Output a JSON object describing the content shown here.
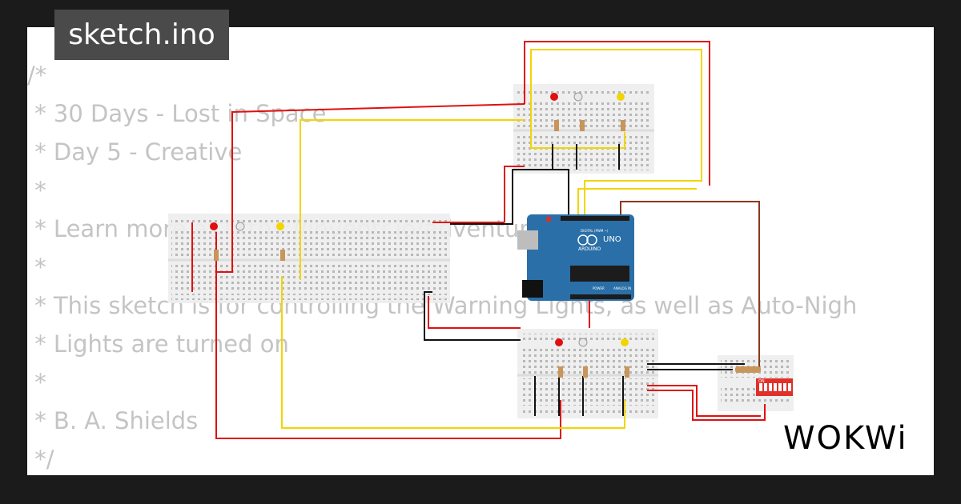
{
  "tab": {
    "title": "sketch.ino"
  },
  "code": {
    "lines": [
      "/*",
      " * 30 Days - Lost in Space",
      " * Day 5 - Creative",
      " *",
      " * Learn more at https://inventr.io/adventure",
      " *",
      " * This sketch is for controlling the Warning Lights, as well as Auto-Nigh",
      " * Lights are turned on",
      " *",
      " * B. A. Shields",
      " */"
    ]
  },
  "arduino": {
    "model": "UNO",
    "brand": "ARDUINO",
    "digital_label": "DIGITAL (PWM ~)",
    "power_label": "POWER",
    "analog_label": "ANALOG IN"
  },
  "dip_switch": {
    "label": "ON"
  },
  "brand": {
    "name": "WOKWi"
  },
  "colors": {
    "background": "#1b1b1b",
    "card": "#ffffff",
    "code_text": "#c4c4c4",
    "tab_bg": "#4a4a4a",
    "arduino_blue": "#2a6fa7",
    "wire_red": "#e01010",
    "wire_yellow": "#f2d500",
    "wire_black": "#111111",
    "wire_brown": "#8a3a1a",
    "breadboard": "#eeeeee",
    "dip_red": "#e0302a"
  },
  "icons": [
    "led-icon",
    "resistor-icon",
    "arduino-board",
    "dip-switch",
    "breadboard"
  ]
}
